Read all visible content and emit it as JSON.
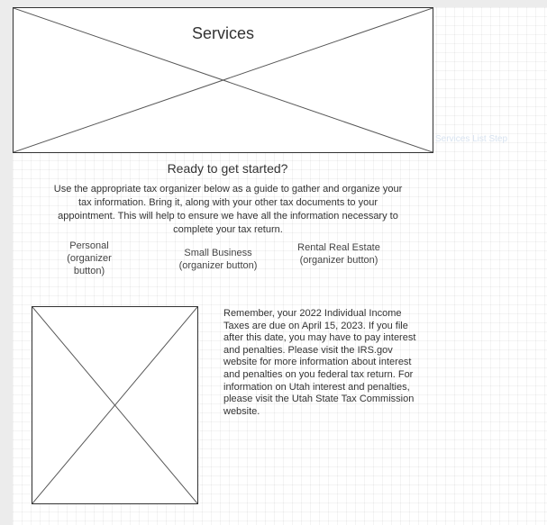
{
  "hero": {
    "title": "Services"
  },
  "ghost_label": "Services List Step",
  "get_started": {
    "heading": "Ready to get started?",
    "intro": "Use the appropriate tax organizer below as a guide to gather and organize your tax information. Bring it, along with your other tax documents to your appointment. This will help to ensure we have all the information necessary to complete your tax return."
  },
  "organizers": [
    {
      "label": "Personal (organizer button)"
    },
    {
      "label": "Small Business (organizer button)"
    },
    {
      "label": "Rental Real Estate (organizer button)"
    }
  ],
  "reminder": {
    "text": "Remember, your 2022 Individual Income Taxes are due on April 15, 2023. If you file after this date, you may have to pay interest and penalties. Please visit the IRS.gov website for more information about interest and penalties on you federal tax return. For information on Utah interest and penalties, please visit the Utah State Tax Commission website."
  }
}
